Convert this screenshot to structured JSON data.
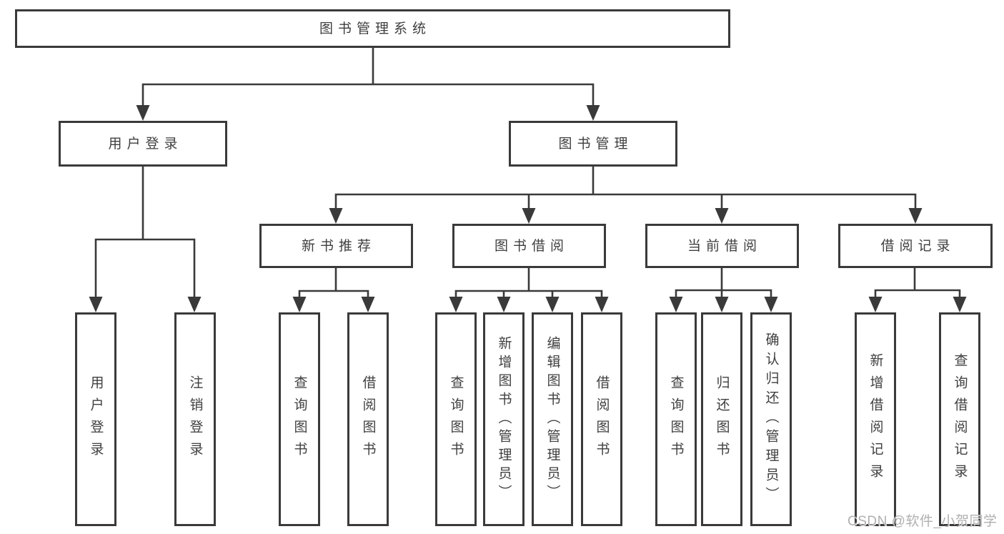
{
  "diagram": {
    "root": "图书管理系统",
    "level2": [
      "用户登录",
      "图书管理"
    ],
    "level3": [
      "新书推荐",
      "图书借阅",
      "当前借阅",
      "借阅记录"
    ],
    "leaves": {
      "user_login": [
        "用户登录",
        "注销登录"
      ],
      "new_book_rec": [
        "查询图书",
        "借阅图书"
      ],
      "book_borrow": [
        "查询图书",
        "新增图书（管理员）",
        "编辑图书（管理员）",
        "借阅图书"
      ],
      "current_borrow": [
        "查询图书",
        "归还图书",
        "确认归还（管理员）"
      ],
      "borrow_record": [
        "新增借阅记录",
        "查询借阅记录"
      ]
    },
    "watermark": "CSDN @软件_小贺同学",
    "colors": {
      "line": "#3a3a3a",
      "border": "#3a3a3a",
      "text": "#3f3f3f",
      "background": "#ffffff",
      "watermark": "#b0b0b0"
    }
  }
}
